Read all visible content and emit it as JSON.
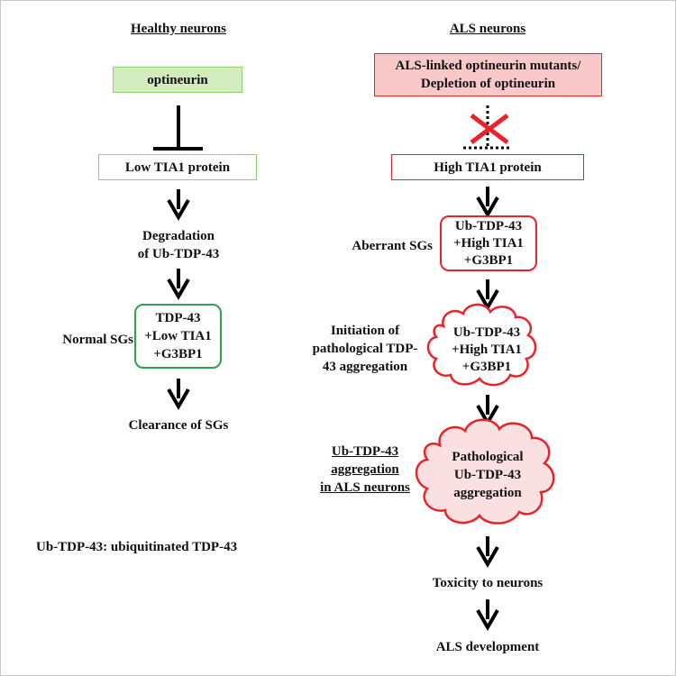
{
  "colors": {
    "healthy_fill": "#d2ebbf",
    "healthy_border": "#8fd16a",
    "normal_sg_border": "#2aa54a",
    "als_fill": "#f9c9c9",
    "als_border": "#e8242a",
    "cloud_fill": "#fbe0e2",
    "cross": "#e8242a",
    "arrow": "#000000"
  },
  "healthy": {
    "title": "Healthy neurons",
    "optineurin": "optineurin",
    "low_tia1": "Low TIA1 protein",
    "degradation_line1": "Degradation",
    "degradation_line2": "of Ub-TDP-43",
    "normal_sgs_label": "Normal SGs",
    "sg_line1": "TDP-43",
    "sg_line2": "+Low TIA1",
    "sg_line3": "+G3BP1",
    "clearance": "Clearance of SGs"
  },
  "als": {
    "title": "ALS neurons",
    "mutants_line1": "ALS-linked optineurin mutants/",
    "mutants_line2": "Depletion of optineurin",
    "high_tia1": "High TIA1 protein",
    "aberrant_label": "Aberrant SGs",
    "aberrant_line1": "Ub-TDP-43",
    "aberrant_line2": "+High TIA1",
    "aberrant_line3": "+G3BP1",
    "initiation_line1": "Initiation of",
    "initiation_line2": "pathological TDP-",
    "initiation_line3": "43 aggregation",
    "cloud1_line1": "Ub-TDP-43",
    "cloud1_line2": "+High TIA1",
    "cloud1_line3": "+G3BP1",
    "agg_label_line1": "Ub-TDP-43",
    "agg_label_line2": "aggregation",
    "agg_label_line3": "in ALS neurons",
    "cloud2_line1": "Pathological",
    "cloud2_line2": "Ub-TDP-43",
    "cloud2_line3": "aggregation",
    "toxicity": "Toxicity to neurons",
    "development": "ALS development"
  },
  "footnote": "Ub-TDP-43: ubiquitinated TDP-43"
}
